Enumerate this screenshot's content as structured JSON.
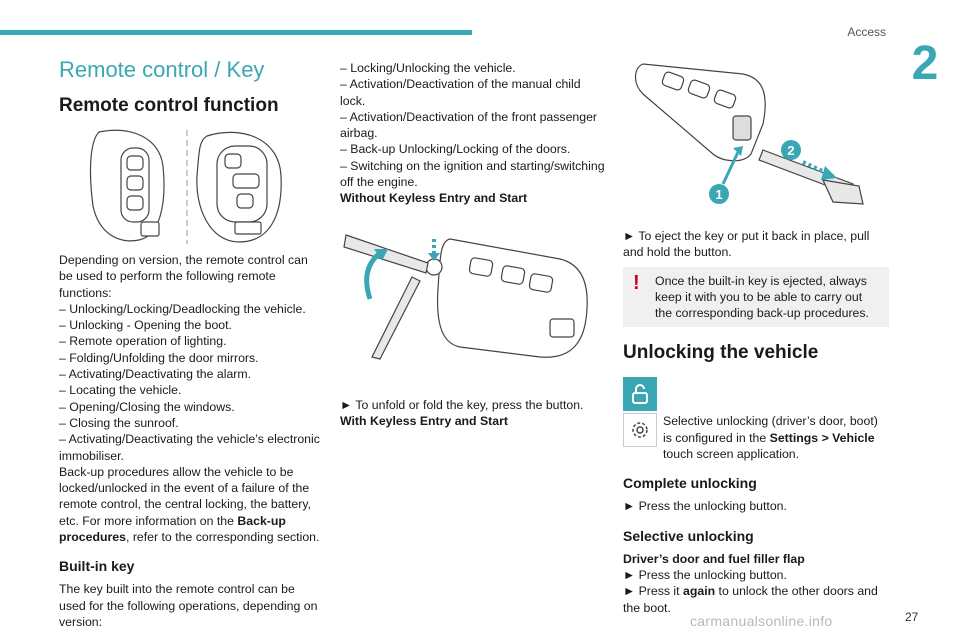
{
  "header": {
    "section": "Access",
    "chapter": "2"
  },
  "col1": {
    "section_title": "Remote control / Key",
    "heading": "Remote control function",
    "intro": "Depending on version, the remote control can be used to perform the following remote functions:",
    "functions": [
      "–  Unlocking/Locking/Deadlocking the vehicle.",
      "–  Unlocking - Opening the boot.",
      "–  Remote operation of lighting.",
      "–  Folding/Unfolding the door mirrors.",
      "–  Activating/Deactivating the alarm.",
      "–  Locating the vehicle.",
      "–  Opening/Closing the windows.",
      "–  Closing the sunroof.",
      "–  Activating/Deactivating the vehicle’s electronic immobiliser."
    ],
    "backup_pre": "Back-up procedures allow the vehicle to be locked/unlocked in the event of a failure of the remote control, the central locking, the battery, etc. For more information on the ",
    "backup_bold": "Back-up procedures",
    "backup_post": ", refer to the corresponding section.",
    "builtin_heading": "Built-in key",
    "builtin_text": "The key built into the remote control can be used for the following operations, depending on version:"
  },
  "col2": {
    "operations": [
      "–  Locking/Unlocking the vehicle.",
      "–  Activation/Deactivation of the manual child lock.",
      "–  Activation/Deactivation of the front passenger airbag.",
      "–  Back-up Unlocking/Locking of the doors.",
      "–  Switching on the ignition and starting/switching off the engine."
    ],
    "without_keyless": "Without Keyless Entry and Start",
    "unfold_text": "►  To unfold or fold the key, press the button.",
    "with_keyless": "With Keyless Entry and Start"
  },
  "col3": {
    "callout_1": "1",
    "callout_2": "2",
    "eject_text": "►  To eject the key or put it back in place, pull and hold the button.",
    "warning_text": "Once the built-in key is ejected, always keep it with you to be able to carry out the corresponding back-up procedures.",
    "unlocking_heading": "Unlocking the vehicle",
    "selective_pre": "Selective unlocking (driver’s door, boot) is configured in the ",
    "selective_bold": "Settings > Vehicle",
    "selective_post": " touch screen application.",
    "complete_heading": "Complete unlocking",
    "complete_text": "►  Press the unlocking button.",
    "selective_heading": "Selective unlocking",
    "driver_door": "Driver’s door and fuel filler flap",
    "press_text": "►  Press the unlocking button.",
    "press_again_pre": "►  Press it ",
    "press_again_bold": "again",
    "press_again_post": " to unlock the other doors and the boot."
  },
  "icons": {
    "lock": "lock-icon",
    "settings": "gear-icon",
    "warning": "exclamation-icon"
  },
  "colors": {
    "accent": "#3aa8b4",
    "warning": "#d0021b"
  },
  "footer": {
    "page": "27",
    "watermark": "carmanualsonline.info"
  }
}
